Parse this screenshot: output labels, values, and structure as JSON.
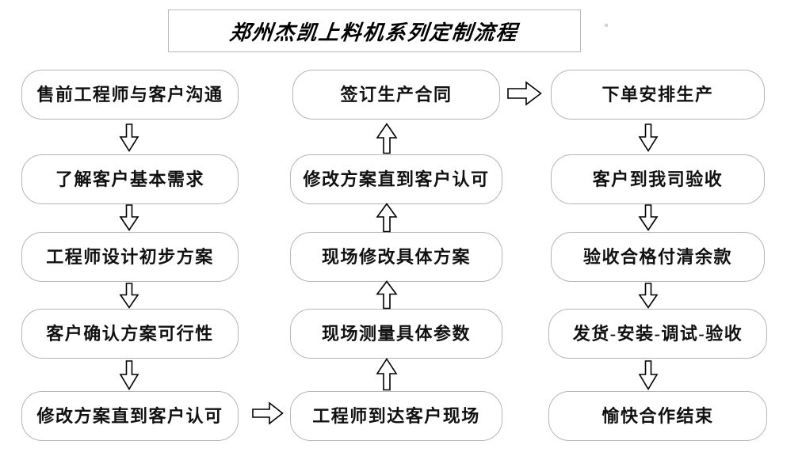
{
  "title": {
    "text": "郑州杰凯上料机系列定制流程"
  },
  "columns": [
    {
      "id": "column-1",
      "direction": "down",
      "nodes": [
        {
          "label": "售前工程师与客户沟通"
        },
        {
          "label": "了解客户基本需求"
        },
        {
          "label": "工程师设计初步方案"
        },
        {
          "label": "客户确认方案可行性"
        },
        {
          "label": "修改方案直到客户认可"
        }
      ]
    },
    {
      "id": "column-2",
      "direction": "up",
      "nodes": [
        {
          "label": "签订生产合同"
        },
        {
          "label": "修改方案直到客户认可"
        },
        {
          "label": "现场修改具体方案"
        },
        {
          "label": "现场测量具体参数"
        },
        {
          "label": "工程师到达客户现场"
        }
      ]
    },
    {
      "id": "column-3",
      "direction": "down",
      "nodes": [
        {
          "label": "下单安排生产"
        },
        {
          "label": "客户到我司验收"
        },
        {
          "label": "验收合格付清余款"
        },
        {
          "label": "发货-安装-调试-验收"
        },
        {
          "label": "愉快合作结束"
        }
      ]
    }
  ],
  "connectors": {
    "col1_to_col2": "right-arrow",
    "col2_to_col3": "right-arrow",
    "col1_internal": "down-arrow",
    "col2_internal": "up-arrow",
    "col3_internal": "down-arrow"
  },
  "colors": {
    "box_border": "#b5b5b5",
    "title_border": "#b8b8b8",
    "text": "#111111",
    "arrow_stroke": "#000000",
    "background": "#ffffff"
  }
}
